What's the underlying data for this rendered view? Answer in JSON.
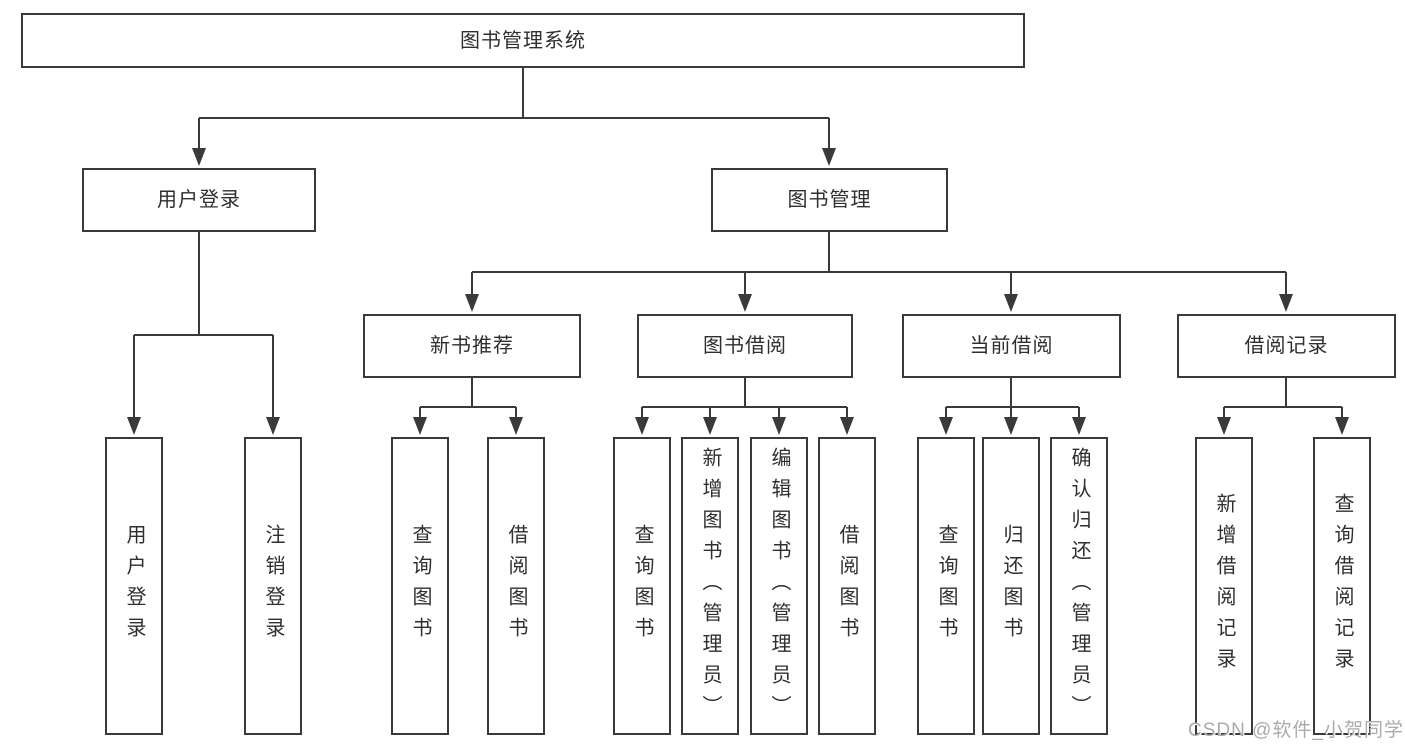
{
  "diagram": {
    "type": "hierarchy-tree",
    "style": {
      "line_color": "#3a3a3a",
      "box_border_color": "#3a3a3a",
      "box_fill_color": "#ffffff",
      "text_color": "#2f2f2f",
      "watermark_color": "#ababab"
    },
    "tree": {
      "label": "图书管理系统",
      "children": [
        {
          "label": "用户登录",
          "children": [
            {
              "label": "用户登录"
            },
            {
              "label": "注销登录"
            }
          ]
        },
        {
          "label": "图书管理",
          "children": [
            {
              "label": "新书推荐",
              "children": [
                {
                  "label": "查询图书"
                },
                {
                  "label": "借阅图书"
                }
              ]
            },
            {
              "label": "图书借阅",
              "children": [
                {
                  "label": "查询图书"
                },
                {
                  "label": "新增图书（管理员）"
                },
                {
                  "label": "编辑图书（管理员）"
                },
                {
                  "label": "借阅图书"
                }
              ]
            },
            {
              "label": "当前借阅",
              "children": [
                {
                  "label": "查询图书"
                },
                {
                  "label": "归还图书"
                },
                {
                  "label": "确认归还（管理员）"
                }
              ]
            },
            {
              "label": "借阅记录",
              "children": [
                {
                  "label": "新增借阅记录"
                },
                {
                  "label": "查询借阅记录"
                }
              ]
            }
          ]
        }
      ]
    },
    "watermark": {
      "text": "CSDN @软件_小贺同学"
    }
  }
}
